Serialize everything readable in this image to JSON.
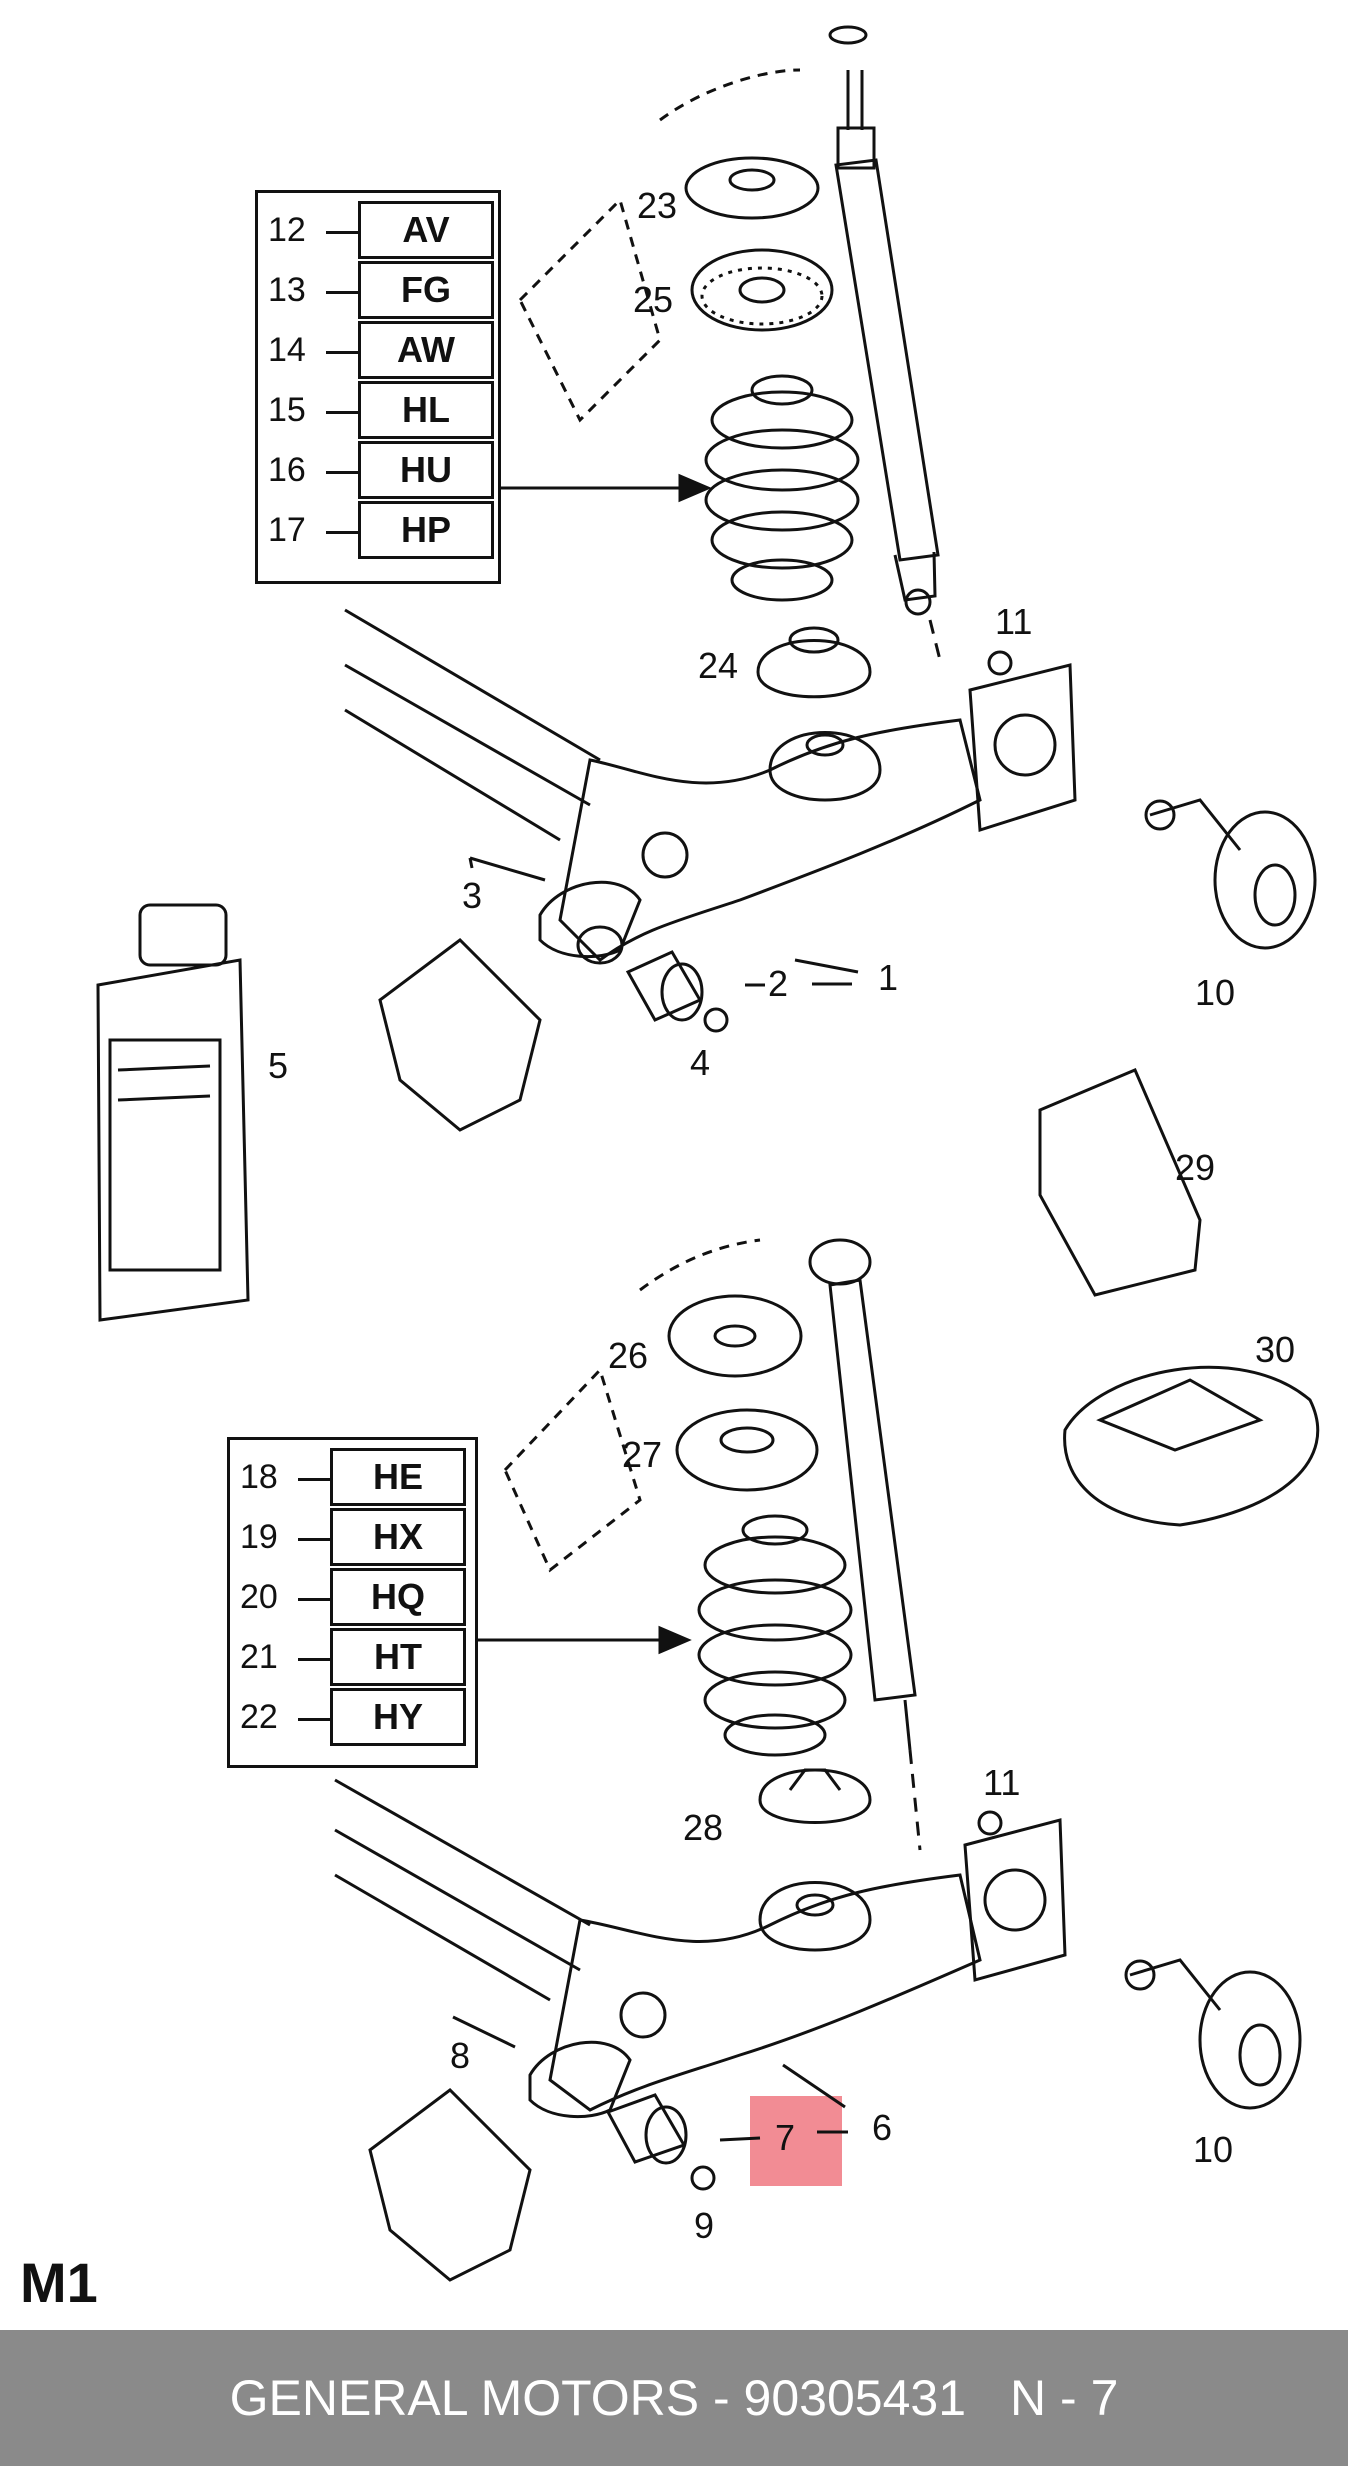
{
  "upper_group": {
    "codes": [
      {
        "num": "12",
        "code": "AV"
      },
      {
        "num": "13",
        "code": "FG"
      },
      {
        "num": "14",
        "code": "AW"
      },
      {
        "num": "15",
        "code": "HL"
      },
      {
        "num": "16",
        "code": "HU"
      },
      {
        "num": "17",
        "code": "HP"
      }
    ],
    "labels": {
      "p23": "23",
      "p25": "25",
      "p24": "24",
      "p11": "11",
      "p3": "3",
      "p2": "2",
      "p1": "1",
      "p4": "4",
      "p10": "10"
    }
  },
  "side_labels": {
    "p5": "5",
    "p29": "29",
    "p30": "30"
  },
  "lower_group": {
    "codes": [
      {
        "num": "18",
        "code": "HE"
      },
      {
        "num": "19",
        "code": "HX"
      },
      {
        "num": "20",
        "code": "HQ"
      },
      {
        "num": "21",
        "code": "HT"
      },
      {
        "num": "22",
        "code": "HY"
      }
    ],
    "labels": {
      "p26": "26",
      "p27": "27",
      "p28": "28",
      "p11": "11",
      "p8": "8",
      "p6": "6",
      "p7": "7",
      "p9": "9",
      "p10": "10"
    }
  },
  "highlight_color": "#f28c94",
  "corner_label": "M1",
  "footer": {
    "brand_part": "GENERAL MOTORS - 90305431",
    "page": "N - 7"
  }
}
